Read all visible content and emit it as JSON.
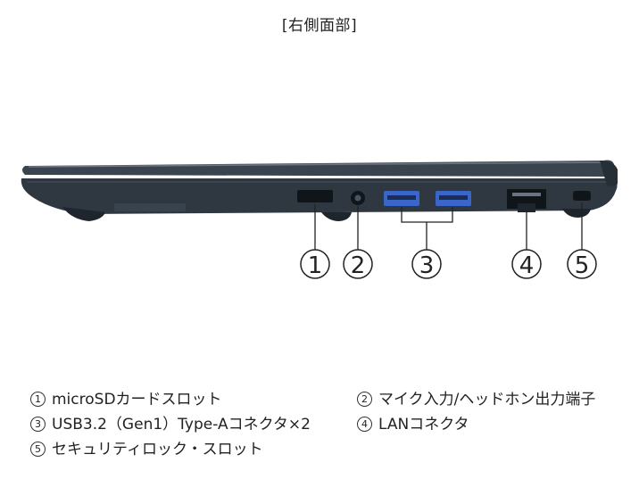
{
  "header": {
    "title": "[右側面部]"
  },
  "callouts": [
    {
      "number": "1",
      "label": "microSDカードスロット"
    },
    {
      "number": "2",
      "label": "マイク入力/ヘッドホン出力端子"
    },
    {
      "number": "3",
      "label": "USB3.2（Gen1）Type-Aコネクタ×2"
    },
    {
      "number": "4",
      "label": "LANコネクタ"
    },
    {
      "number": "5",
      "label": "セキュリティロック・スロット"
    }
  ],
  "colors": {
    "body": "#2f3841",
    "body_dark": "#1e252c",
    "usb_port": "#3a66c9",
    "accent_line": "#6a7480"
  }
}
